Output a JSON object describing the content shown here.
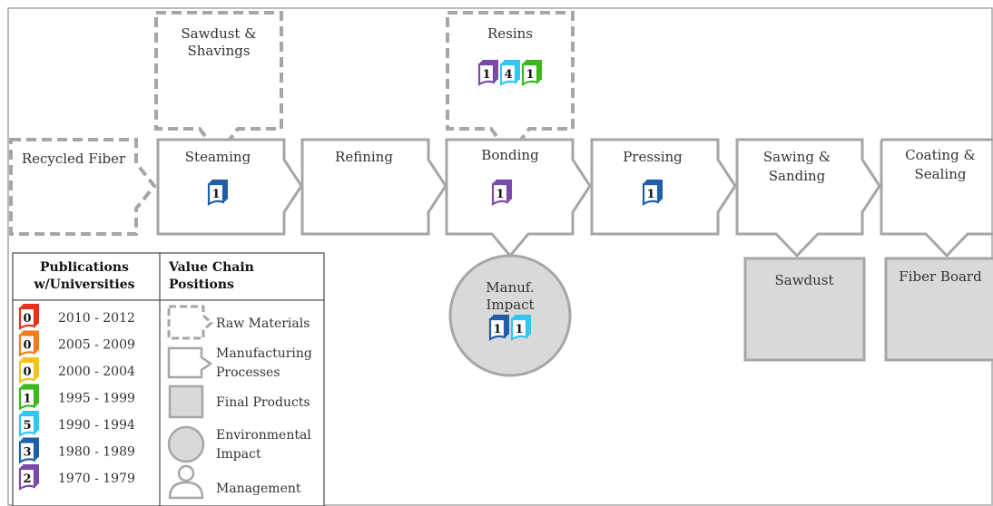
{
  "colors": {
    "outline": "#a6a6a6",
    "product_fill": "#d9d9d9",
    "text": "#333333",
    "period_2010_2012": "#e8321e",
    "period_2005_2009": "#f07d1c",
    "period_2000_2004": "#f5c21b",
    "period_1995_1999": "#3bb81e",
    "period_1990_1994": "#2ec8f0",
    "period_1980_1989": "#1f5fa8",
    "period_1970_1979": "#7b4aa8"
  },
  "diagram": {
    "raw_materials": {
      "sawdust_shavings": "Sawdust &\nShavings",
      "resins": "Resins",
      "recycled_fiber": "Recycled Fiber"
    },
    "processes": {
      "steaming": "Steaming",
      "refining": "Refining",
      "bonding": "Bonding",
      "pressing": "Pressing",
      "sawing_sanding": "Sawing &\nSanding",
      "coating_sealing": "Coating &\nSealing"
    },
    "impact": {
      "label": "Manuf.\nImpact"
    },
    "products": {
      "sawdust": "Sawdust",
      "fiber_board": "Fiber Board"
    },
    "badges": {
      "resins": [
        {
          "count": "1",
          "period": "1970 - 1979"
        },
        {
          "count": "4",
          "period": "1990 - 1994"
        },
        {
          "count": "1",
          "period": "1995 - 1999"
        }
      ],
      "steaming": [
        {
          "count": "1",
          "period": "1980 - 1989"
        }
      ],
      "bonding": [
        {
          "count": "1",
          "period": "1970 - 1979"
        }
      ],
      "pressing": [
        {
          "count": "1",
          "period": "1980 - 1989"
        }
      ],
      "impact": [
        {
          "count": "1",
          "period": "1980 - 1989"
        },
        {
          "count": "1",
          "period": "1990 - 1994"
        }
      ]
    }
  },
  "legend": {
    "publications_header": "Publications\nw/Universities",
    "positions_header": "Value Chain\nPositions",
    "periods": [
      {
        "range": "2010 - 2012",
        "count": "0",
        "color": "#e8321e"
      },
      {
        "range": "2005 - 2009",
        "count": "0",
        "color": "#f07d1c"
      },
      {
        "range": "2000 - 2004",
        "count": "0",
        "color": "#f5c21b"
      },
      {
        "range": "1995 - 1999",
        "count": "1",
        "color": "#3bb81e"
      },
      {
        "range": "1990 - 1994",
        "count": "5",
        "color": "#2ec8f0"
      },
      {
        "range": "1980 - 1989",
        "count": "3",
        "color": "#1f5fa8"
      },
      {
        "range": "1970 - 1979",
        "count": "2",
        "color": "#7b4aa8"
      }
    ],
    "positions": [
      {
        "label": "Raw Materials",
        "icon": "dashed-pentagon-icon"
      },
      {
        "label": "Manufacturing\nProcesses",
        "icon": "pentagon-arrow-icon"
      },
      {
        "label": "Final Products",
        "icon": "square-icon"
      },
      {
        "label": "Environmental\nImpact",
        "icon": "circle-icon"
      },
      {
        "label": "Management",
        "icon": "person-icon"
      }
    ]
  }
}
